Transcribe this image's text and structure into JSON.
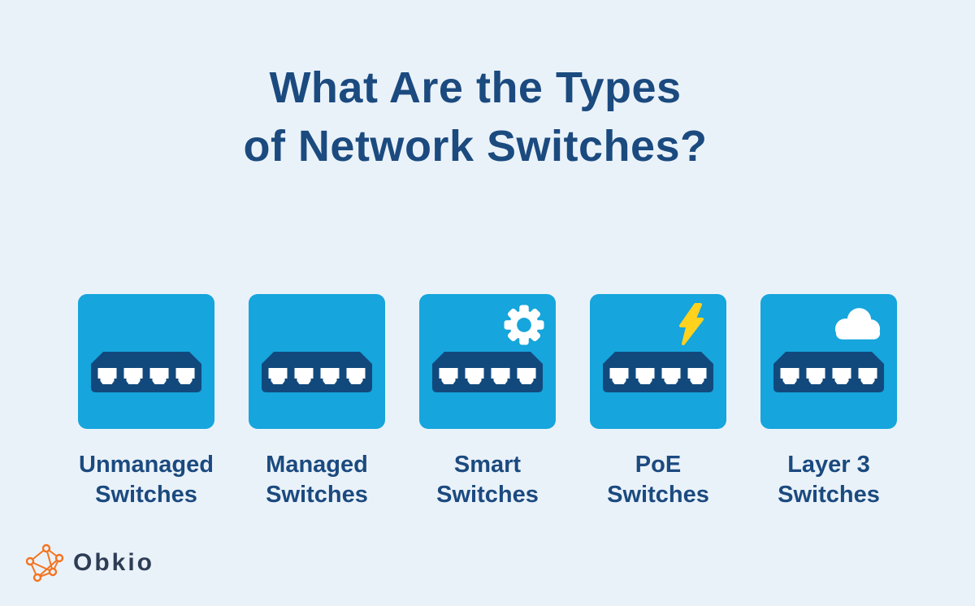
{
  "title": {
    "text": "What Are the Types\nof Network Switches?"
  },
  "cards": [
    {
      "label": "Unmanaged\nSwitches",
      "badge_icon": "none"
    },
    {
      "label": "Managed\nSwitches",
      "badge_icon": "none"
    },
    {
      "label": "Smart\nSwitches",
      "badge_icon": "gear-icon"
    },
    {
      "label": "PoE\nSwitches",
      "badge_icon": "lightning-bolt-icon"
    },
    {
      "label": "Layer 3\nSwitches",
      "badge_icon": "cloud-icon"
    }
  ],
  "logo": {
    "text": "Obkio",
    "icon": "network-graph-icon"
  },
  "colors": {
    "background": "#EAF2F9",
    "card_blue": "#16A5DC",
    "switch_navy": "#12497D",
    "heading_navy": "#1B4A7F",
    "label_navy": "#1B4A7F",
    "port_white": "#FFFFFF",
    "lightning_yellow": "#FFD21E",
    "logo_orange": "#F4731F",
    "logo_text_navy": "#2E3D55"
  }
}
